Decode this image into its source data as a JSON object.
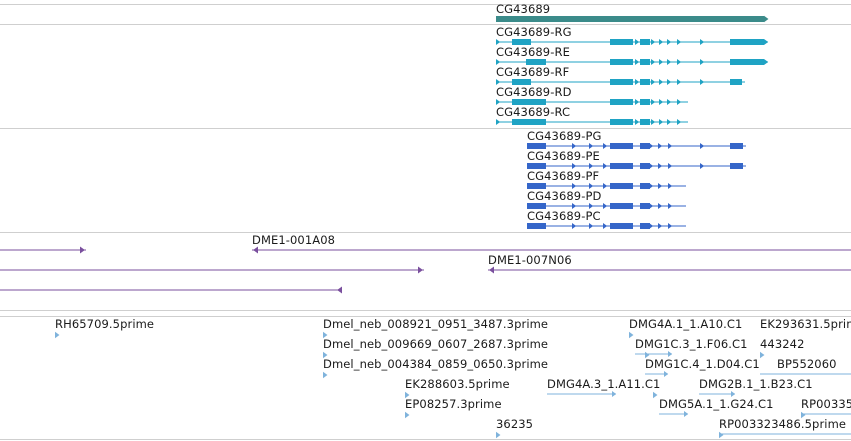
{
  "colors": {
    "gene": "#3b8b8a",
    "transcript_r": "#1fa3c4",
    "transcript_p": "#3566c9",
    "clone": "#7a4f9e",
    "est": "#7fb3dc",
    "divider": "#cfcfcf"
  },
  "gene_track": {
    "label": "CG43689"
  },
  "transcripts_r": [
    "CG43689-RG",
    "CG43689-RE",
    "CG43689-RF",
    "CG43689-RD",
    "CG43689-RC"
  ],
  "transcripts_p": [
    "CG43689-PG",
    "CG43689-PE",
    "CG43689-PF",
    "CG43689-PD",
    "CG43689-PC"
  ],
  "clones": [
    "DME1-001A08",
    "DME1-007N06"
  ],
  "ests": [
    "RH65709.5prime",
    "Dmel_neb_008921_0951_3487.3prime",
    "Dmel_neb_009669_0607_2687.3prime",
    "Dmel_neb_004384_0859_0650.3prime",
    "EK288603.5prime",
    "EP08257.3prime",
    "36235",
    "DMG4A.3_1.A11.C1",
    "DMG4A.1_1.A10.C1",
    "DMG1C.3_1.F06.C1",
    "DMG1C.4_1.D04.C1",
    "DMG2B.1_1.B23.C1",
    "DMG5A.1_1.G24.C1",
    "EK293631.5prime",
    "443242",
    "BP552060",
    "RP00335",
    "RP003323486.5prime"
  ]
}
